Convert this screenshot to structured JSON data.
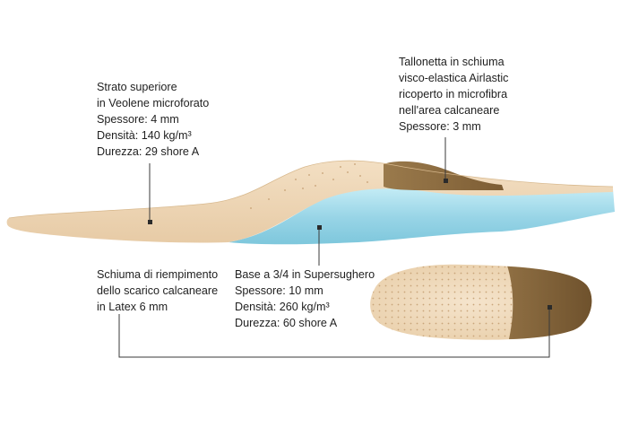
{
  "diagram": {
    "labels": {
      "top_layer": {
        "lines": [
          "Strato superiore",
          "in Veolene microforato",
          "Spessore: 4 mm",
          "Densità: 140 kg/m³",
          "Durezza: 29 shore A"
        ]
      },
      "heel_cup": {
        "lines": [
          "Tallonetta in schiuma",
          "visco-elastica Airlastic",
          "ricoperto in microfibra",
          "nell'area calcaneare",
          "Spessore: 3 mm"
        ]
      },
      "latex_fill": {
        "lines": [
          "Schiuma di riempimento",
          "dello scarico calcaneare",
          "in Latex 6 mm"
        ]
      },
      "base": {
        "lines": [
          "Base a 3/4 in Supersughero",
          "Spessore: 10 mm",
          "Densità: 260 kg/m³",
          "Durezza: 60 shore A"
        ]
      }
    },
    "colors": {
      "top_layer": "#edd6b6",
      "top_layer_shadow": "#e1c39c",
      "foam": "#a8dcea",
      "heel": "#8a6a3f",
      "leader": "#3a3a3a",
      "marker": "#2b2b2b"
    }
  }
}
